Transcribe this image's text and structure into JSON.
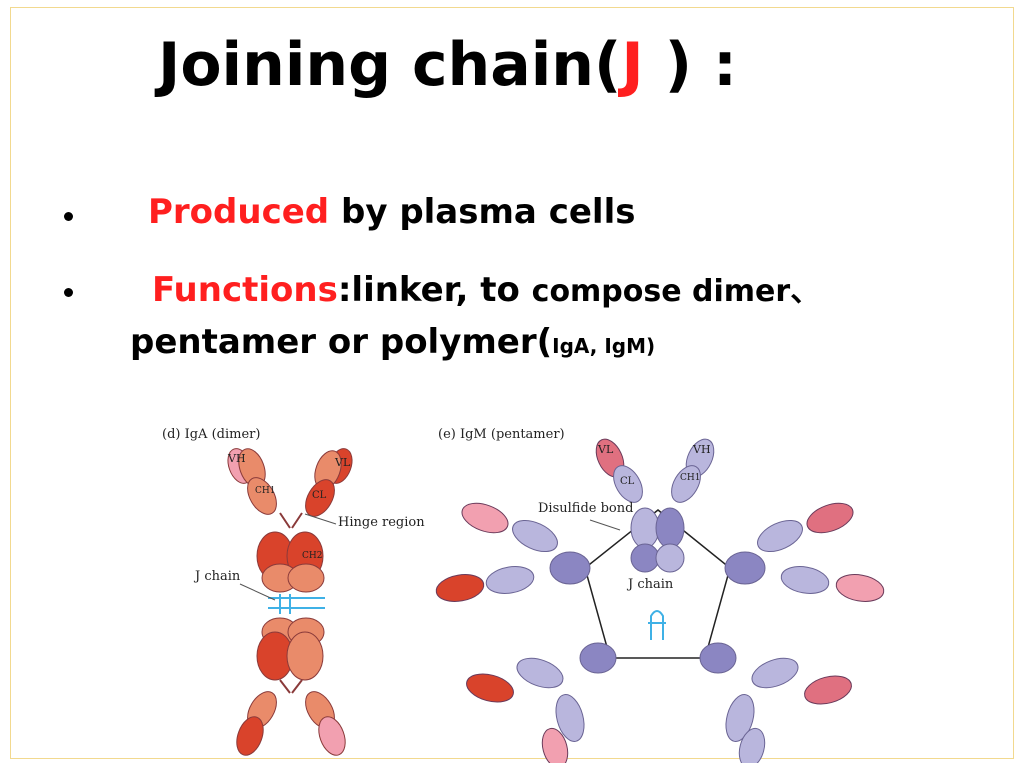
{
  "slide": {
    "title_prefix": "Joining chain(",
    "title_highlight": "J",
    "title_suffix": " ) :",
    "bullets": [
      {
        "highlight": "Produced",
        "text": " by plasma cells"
      },
      {
        "highlight": "Functions",
        "text_a": ":linker, to ",
        "text_b": "compose dimer、",
        "text_c": "pentamer or polymer(",
        "text_d": "IgA, IgM)"
      }
    ]
  },
  "figure": {
    "left_caption": "(d) IgA (dimer)",
    "right_caption": "(e) IgM (pentamer)",
    "labels": {
      "vh": "VH",
      "vl": "VL",
      "ch1": "CH1",
      "cl": "CL",
      "ch2": "CH2",
      "hinge": "Hinge region",
      "jchain_left": "J chain",
      "jchain_right": "J chain",
      "disulfide": "Disulfide bond"
    },
    "colors": {
      "heavy": "#d9432b",
      "light": "#e98b6a",
      "pink": "#f2a0b0",
      "lav": "#b9b6dd",
      "lav_dark": "#8b86c2",
      "jchain": "#3fb1e6"
    }
  }
}
